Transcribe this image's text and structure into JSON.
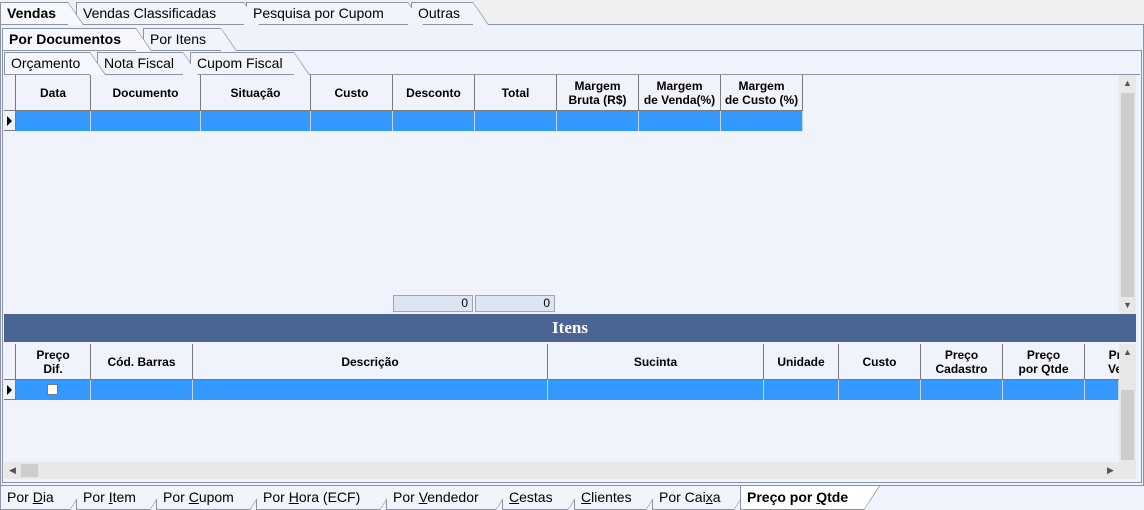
{
  "top_tabs": [
    "Vendas",
    "Vendas Classificadas",
    "Pesquisa por Cupom",
    "Outras"
  ],
  "sub_tabs": [
    "Por Documentos",
    "Por Itens"
  ],
  "doc_tabs": [
    "Orçamento",
    "Nota Fiscal",
    "Cupom Fiscal"
  ],
  "doc_grid": {
    "columns": [
      {
        "l1": "Data",
        "l2": ""
      },
      {
        "l1": "Documento",
        "l2": ""
      },
      {
        "l1": "Situação",
        "l2": ""
      },
      {
        "l1": "Custo",
        "l2": ""
      },
      {
        "l1": "Desconto",
        "l2": ""
      },
      {
        "l1": "Total",
        "l2": ""
      },
      {
        "l1": "Margem",
        "l2": "Bruta (R$)"
      },
      {
        "l1": "Margem",
        "l2": "de Venda(%)"
      },
      {
        "l1": "Margem",
        "l2": "de Custo (%)"
      }
    ],
    "totals": [
      "0",
      "0"
    ]
  },
  "itens_title": "Itens",
  "itens_grid": {
    "columns": [
      {
        "l1": "Preço",
        "l2": "Dif."
      },
      {
        "l1": "Cód. Barras",
        "l2": ""
      },
      {
        "l1": "Descrição",
        "l2": ""
      },
      {
        "l1": "Sucinta",
        "l2": ""
      },
      {
        "l1": "Unidade",
        "l2": ""
      },
      {
        "l1": "Custo",
        "l2": ""
      },
      {
        "l1": "Preço",
        "l2": "Cadastro"
      },
      {
        "l1": "Preço",
        "l2": "por Qtde"
      },
      {
        "l1": "Pr",
        "l2": "Ve"
      }
    ]
  },
  "bottom_tabs": [
    {
      "pre": "Por ",
      "u": "D",
      "post": "ia"
    },
    {
      "pre": "Por ",
      "u": "I",
      "post": "tem"
    },
    {
      "pre": "Por ",
      "u": "C",
      "post": "upom"
    },
    {
      "pre": "Por ",
      "u": "H",
      "post": "ora (ECF)"
    },
    {
      "pre": "Por ",
      "u": "V",
      "post": "endedor"
    },
    {
      "pre": "",
      "u": "C",
      "post": "estas"
    },
    {
      "pre": "",
      "u": "C",
      "post": "lientes"
    },
    {
      "pre": "Por Cai",
      "u": "x",
      "post": "a"
    },
    {
      "pre": "Preço por ",
      "u": "Q",
      "post": "tde"
    }
  ],
  "colors": {
    "selection": "#3399ff",
    "itens_bar": "#4a6494"
  }
}
